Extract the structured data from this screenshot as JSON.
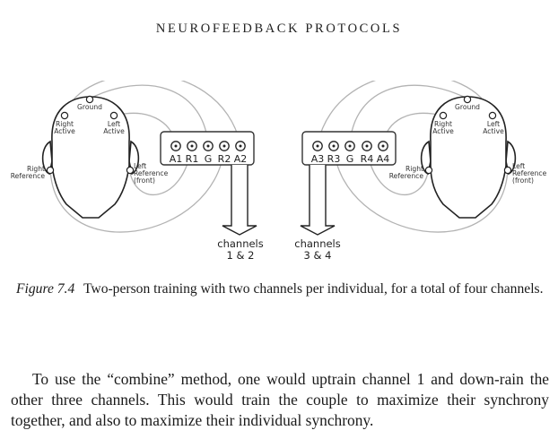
{
  "running_head": "NEUROFEEDBACK PROTOCOLS",
  "figure": {
    "left_head": {
      "ground": "Ground",
      "right_active": [
        "Right",
        "Active"
      ],
      "left_active": [
        "Left",
        "Active"
      ],
      "right_reference": [
        "Right",
        "Reference"
      ],
      "left_reference": [
        "Left",
        "Reference",
        "(front)"
      ]
    },
    "right_head": {
      "ground": "Ground",
      "right_active": [
        "Right",
        "Active"
      ],
      "left_active": [
        "Left",
        "Active"
      ],
      "right_reference": [
        "Right",
        "Reference"
      ],
      "left_reference": [
        "Left",
        "Reference",
        "(front)"
      ]
    },
    "left_box_pins": [
      "A1",
      "R1",
      "G",
      "R2",
      "A2"
    ],
    "right_box_pins": [
      "A3",
      "R3",
      "G",
      "R4",
      "A4"
    ],
    "left_arrow_label": [
      "channels",
      "1 & 2"
    ],
    "right_arrow_label": [
      "channels",
      "3 & 4"
    ]
  },
  "caption": {
    "label": "Figure 7.4",
    "text": "Two-person training with two channels per individual, for a total of four channels."
  },
  "body_text": "To use the “combine” method, one would uptrain channel 1 and down-rain the other three channels. This would train the couple to maximize their synchrony together, and also to maximize their individual synchrony."
}
